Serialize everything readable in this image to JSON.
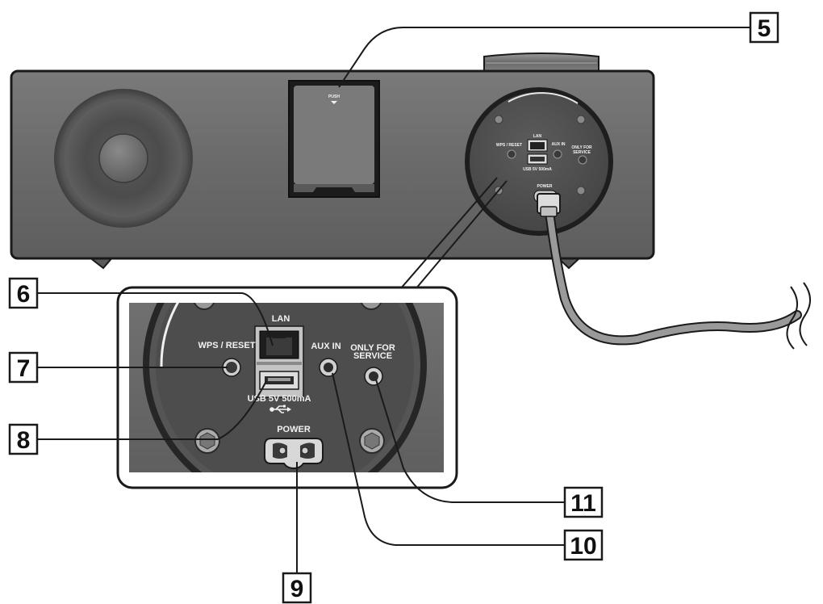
{
  "callouts": {
    "c5": "5",
    "c6": "6",
    "c7": "7",
    "c8": "8",
    "c9": "9",
    "c10": "10",
    "c11": "11"
  },
  "device_labels": {
    "push": "PUSH",
    "lan": "LAN",
    "wps_reset": "WPS / RESET",
    "aux_in": "AUX IN",
    "only_for": "ONLY FOR",
    "service": "SERVICE",
    "usb": "USB 5V 500mA",
    "power": "POWER"
  },
  "colors": {
    "body": "#6e6e6e",
    "body_dark": "#4a4a4a",
    "outline": "#1a1a1a",
    "cable": "#8a8a8a"
  }
}
